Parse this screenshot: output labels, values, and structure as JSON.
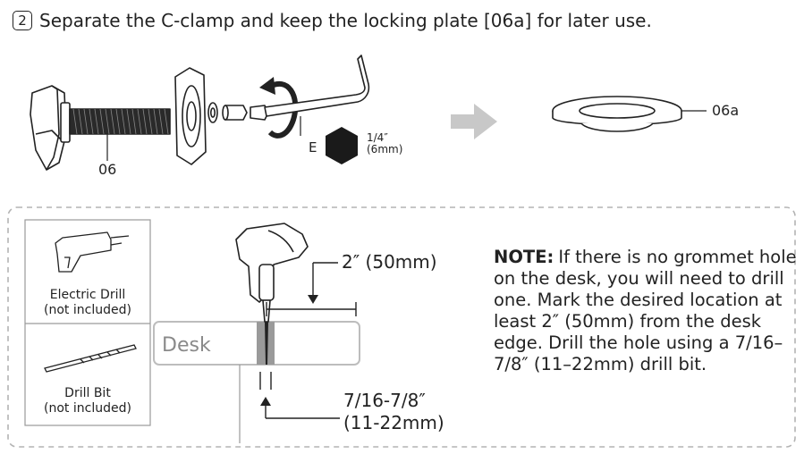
{
  "step": {
    "number": "2",
    "text": "Separate the C-clamp and keep the locking plate [06a] for later use."
  },
  "parts": {
    "clamp_label": "06",
    "tool_label": "E",
    "hex_size_line1": "1/4″",
    "hex_size_line2": "(6mm)",
    "plate_label": "06a"
  },
  "tools": [
    {
      "name": "Electric Drill",
      "note": "(not included)",
      "icon": "electric-drill-icon"
    },
    {
      "name": "Drill Bit",
      "note": "(not included)",
      "icon": "drill-bit-icon"
    }
  ],
  "desk_label": "Desk",
  "measurements": {
    "edge_distance": "2″ (50mm)",
    "hole_size_line1": "7/16-7/8″",
    "hole_size_line2": "(11-22mm)"
  },
  "note": {
    "heading": "NOTE:",
    "body": "If there is no grommet hole on the desk, you will need to drill one. Mark the desired location at least 2″ (50mm) from the desk edge. Drill the hole using a 7/16–7/8″ (11–22mm) drill bit."
  },
  "colors": {
    "ink": "#222222",
    "arrow": "#c8c8c8",
    "desk_outline": "#bdbdbd",
    "hole_fill": "#9a9a9a",
    "dashed_border": "#b3b3b3"
  }
}
